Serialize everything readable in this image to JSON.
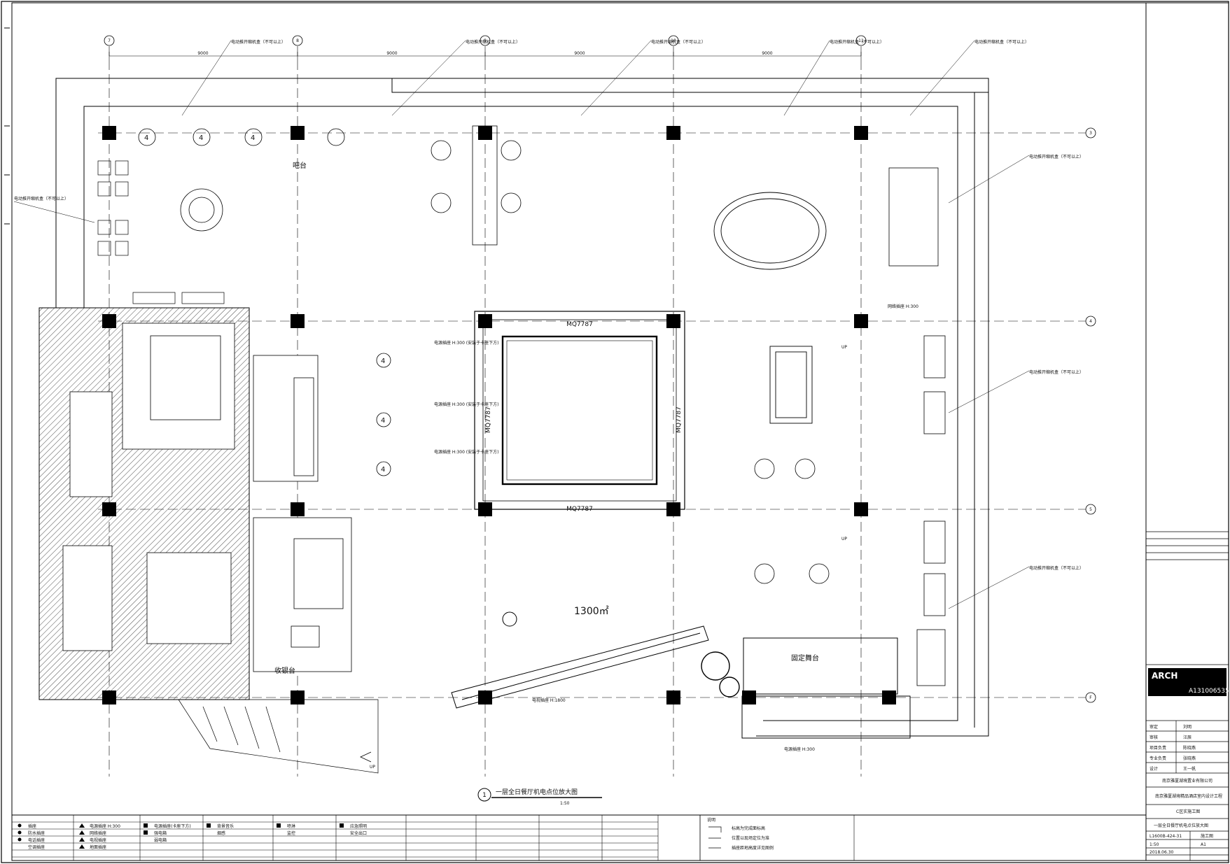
{
  "drawing": {
    "title": "一层全日餐厅机电点位放大图",
    "scale": "1:50",
    "view_number": "1",
    "area_label": "1300㎡",
    "stage_label": "固定舞台",
    "cashier_label": "收银台",
    "bar_label": "吧台",
    "up_label": "UP",
    "doors": [
      "MQ7787",
      "MQ7787",
      "MQ7787",
      "MQ7787"
    ]
  },
  "grid": {
    "columns": [
      "7",
      "8",
      "9",
      "10",
      "11"
    ],
    "rows": [
      "3",
      "4",
      "5",
      "F"
    ],
    "spans": [
      "9000",
      "9000",
      "9000",
      "9000"
    ]
  },
  "callouts": {
    "floor_box": "电动推开缩机盒（不可以上）",
    "wall_socket": "电源插座 H:300",
    "ac_socket": "电源插座 H:300 (安装于卡座下方)",
    "network": "网络插座 H:300",
    "tv_socket": "电视插座 H:1800"
  },
  "title_block": {
    "firm_logo": "ARCH",
    "cert": "A131006535",
    "rows": [
      {
        "label": "审定",
        "value": "刘明"
      },
      {
        "label": "审核",
        "value": "汪辰"
      },
      {
        "label": "项目负责",
        "value": "陈晓燕"
      },
      {
        "label": "专业负责",
        "value": "张晓燕"
      },
      {
        "label": "设计",
        "value": "王一帆"
      }
    ],
    "client": "南京雅厦湖境置业有限公司",
    "project": "南京雅厦湖境精品酒店室内设计工程",
    "phase": "C区实施工图",
    "drawing_name": "一层全日餐厅机电点位放大图",
    "drawing_no": "L1600B-424-31",
    "version": "施工图",
    "scale": "1:50",
    "sheet": "A1",
    "date": "2018.06.30"
  },
  "legend": {
    "items": [
      "插座",
      "电源插座 H:300",
      "防水插座",
      "网络插座",
      "电话插座",
      "电视插座",
      "空调插座",
      "地面插座",
      "电源插座(卡座下方)",
      "强电箱",
      "弱电箱",
      "背景音乐",
      "烟感",
      "喷淋",
      "监控",
      "应急照明",
      "安全出口"
    ],
    "notes_title": "说明",
    "notes": [
      "标高为完成面标高",
      "位置以现场定位为准",
      "插座距地高度详见图例"
    ]
  }
}
